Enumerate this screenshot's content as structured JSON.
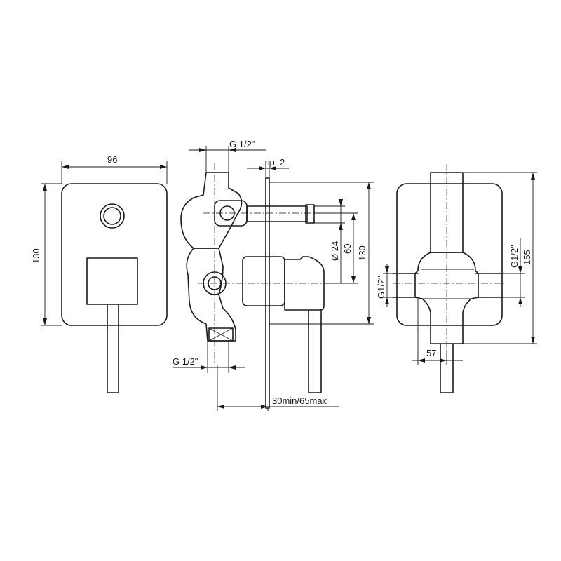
{
  "dimensions": {
    "front_width": "96",
    "front_height": "130",
    "top_inlet": "G  1/2\"",
    "plate_thickness": "sp. 2",
    "diameter": "Ø 24",
    "outlet_offset": "60",
    "side_height": "130",
    "bottom_inlet": "G  1/2\"",
    "depth": "30min/65max",
    "left_port": "G1/2\"",
    "right_port": "G1/2\"",
    "rear_height": "155",
    "rear_offset": "57"
  }
}
